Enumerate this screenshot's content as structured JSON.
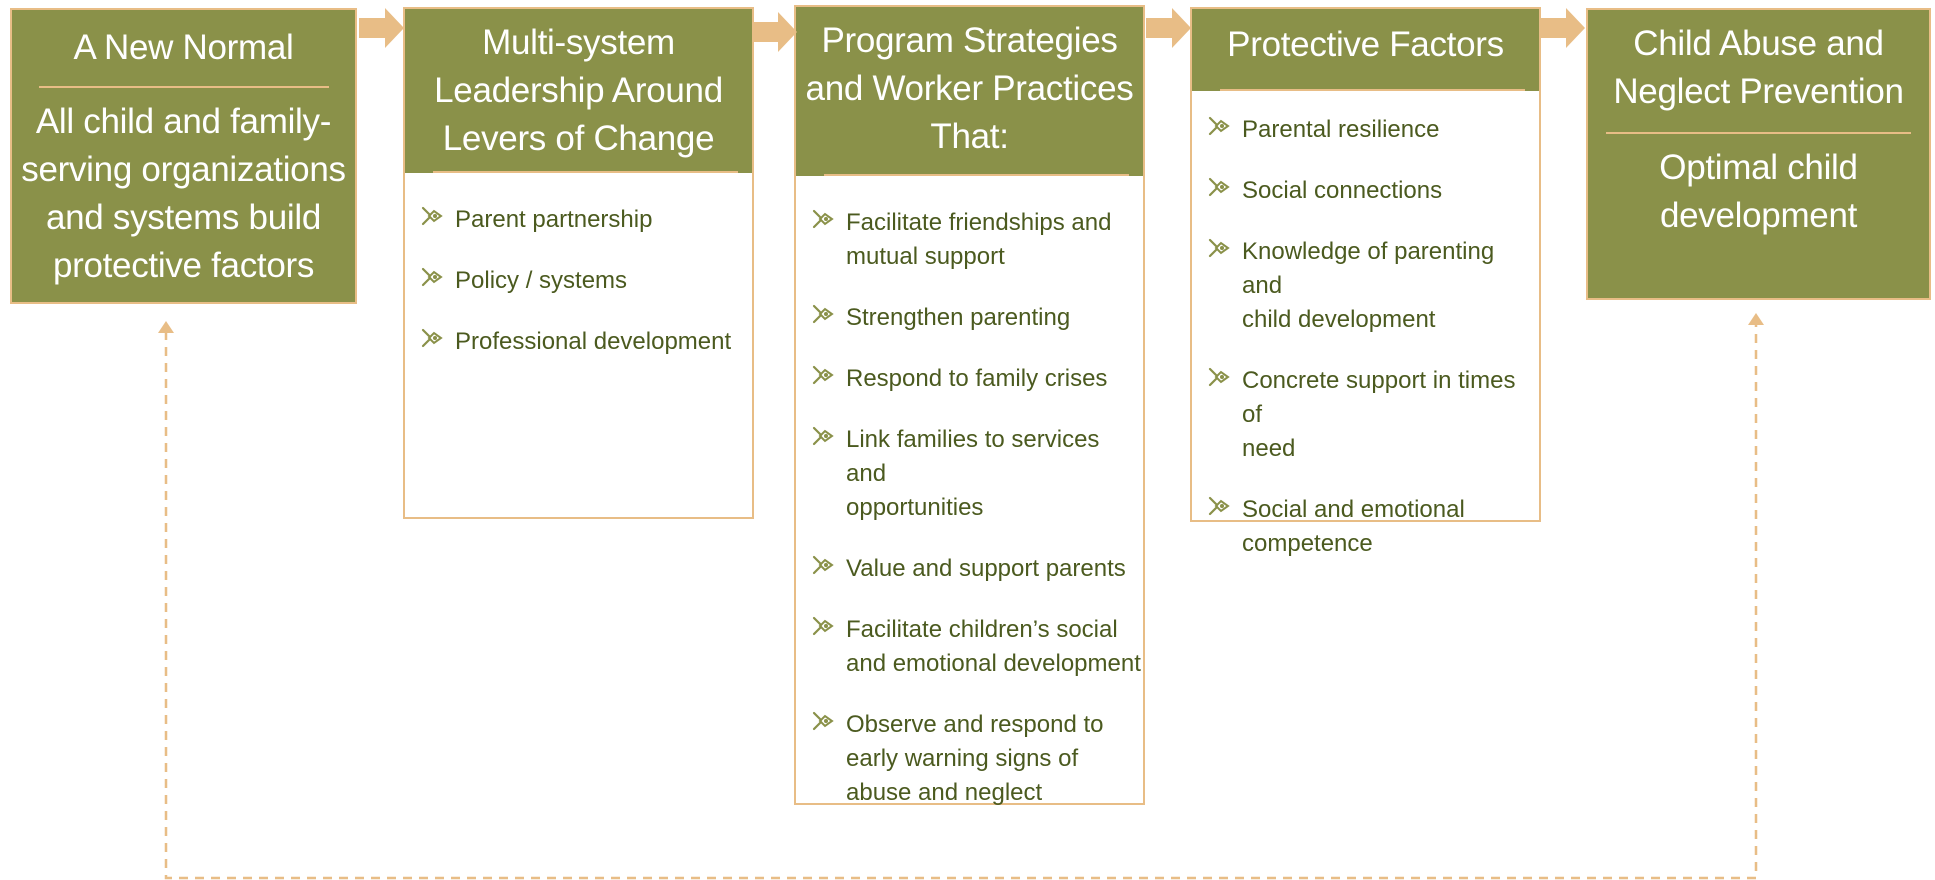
{
  "colors": {
    "olive": "#8a9149",
    "tan": "#e8bd86",
    "item_text": "#4b5a1f",
    "bullet_icon": "#8a9149"
  },
  "icons": {
    "flow_arrow": "right-arrow-icon",
    "bullet": "pin-bullet-icon"
  },
  "boxes": {
    "new_normal": {
      "title": "A New Normal",
      "body_lines": [
        "All child and family-",
        "serving organizations",
        "and systems build",
        "protective factors"
      ]
    },
    "leadership": {
      "title_lines": [
        "Multi-system",
        "Leadership Around",
        "Levers of Change"
      ],
      "items": [
        [
          "Parent partnership"
        ],
        [
          "Policy / systems"
        ],
        [
          "Professional development"
        ]
      ]
    },
    "strategies": {
      "title_lines": [
        "Program Strategies",
        "and Worker Practices",
        "That:"
      ],
      "items": [
        [
          "Facilitate friendships and",
          "mutual support"
        ],
        [
          "Strengthen parenting"
        ],
        [
          "Respond to family crises"
        ],
        [
          "Link families to services and",
          "opportunities"
        ],
        [
          "Value and support parents"
        ],
        [
          "Facilitate children’s social",
          "and emotional development"
        ],
        [
          "Observe and respond to",
          "early warning signs of",
          "abuse and neglect"
        ]
      ]
    },
    "protective": {
      "title": "Protective Factors",
      "items": [
        [
          "Parental resilience"
        ],
        [
          "Social connections"
        ],
        [
          "Knowledge of parenting and",
          "child development"
        ],
        [
          "Concrete support in times of",
          "need"
        ],
        [
          "Social and emotional",
          "competence"
        ]
      ]
    },
    "prevention": {
      "title_lines": [
        "Child Abuse and",
        "Neglect Prevention"
      ],
      "body_lines": [
        "Optimal child",
        "development"
      ]
    }
  }
}
